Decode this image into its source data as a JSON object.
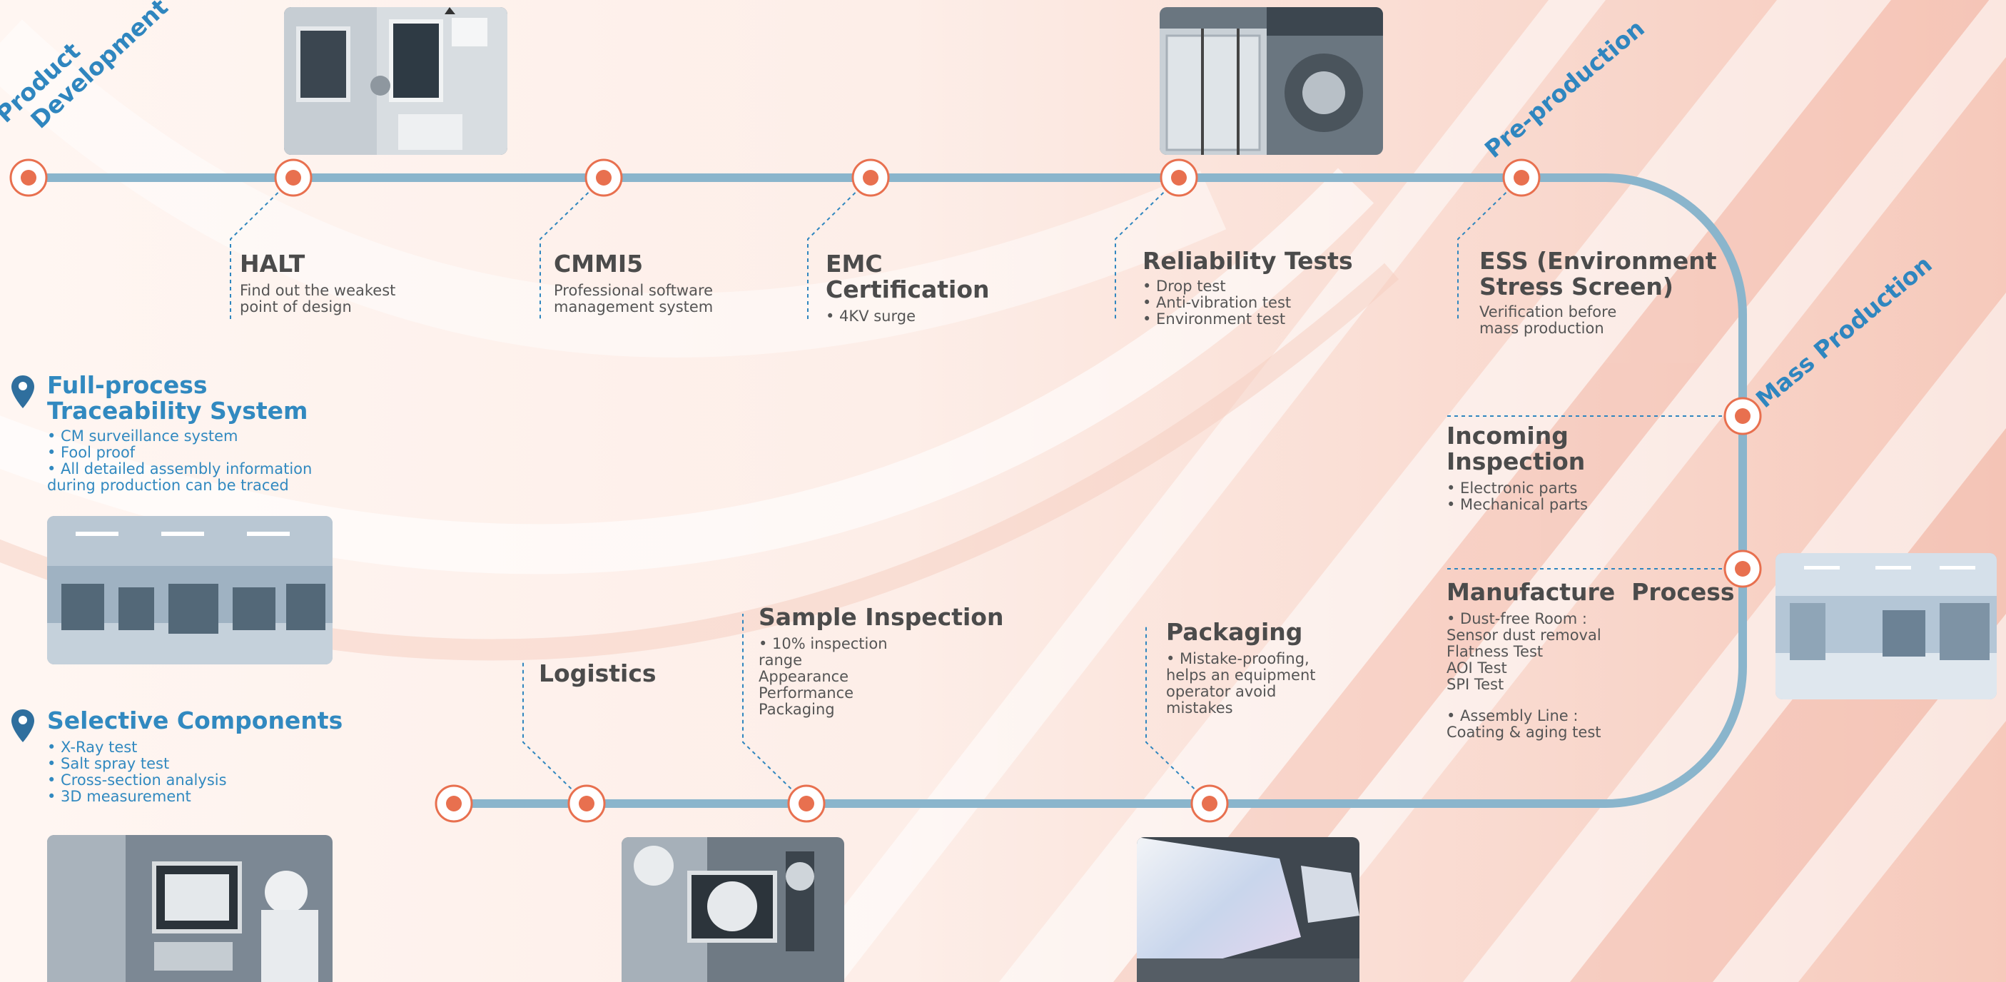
{
  "stages": {
    "product_development": [
      "Product",
      "Development"
    ],
    "pre_production": "Pre-production",
    "mass_production": "Mass Production"
  },
  "top_steps": [
    {
      "title": "HALT",
      "body": [
        "Find out the weakest",
        "point of design"
      ]
    },
    {
      "title": "CMMI5",
      "body": [
        "Professional software",
        "management system"
      ]
    },
    {
      "title": "EMC",
      "title2": "Certification",
      "body": [
        "• 4KV surge"
      ]
    },
    {
      "title": "Reliability Tests",
      "body": [
        "• Drop test",
        "• Anti-vibration test",
        "• Environment test"
      ]
    },
    {
      "title": "ESS (Environment",
      "title2": "Stress Screen)",
      "body": [
        "Verification before",
        "mass production"
      ]
    }
  ],
  "right_steps": [
    {
      "title": "Incoming",
      "title2": "Inspection",
      "body": [
        "• Electronic parts",
        "• Mechanical parts"
      ]
    },
    {
      "title": "Manufacture  Process",
      "body": [
        "• Dust-free Room :",
        "Sensor dust removal",
        "Flatness Test",
        "AOI Test",
        "SPI Test"
      ],
      "body2": [
        "• Assembly Line :",
        "Coating & aging test"
      ]
    }
  ],
  "bottom_steps": [
    {
      "title": "Logistics"
    },
    {
      "title": "Sample Inspection",
      "body": [
        "• 10% inspection",
        "range",
        "Appearance",
        "Performance",
        "Packaging"
      ]
    },
    {
      "title": "Packaging",
      "body": [
        "• Mistake-proofing,",
        "helps an equipment",
        "operator avoid",
        "mistakes"
      ]
    }
  ],
  "side_features": [
    {
      "title": "Full-process",
      "title2": "Traceability System",
      "items": [
        "• CM surveillance system",
        "• Fool proof",
        "• All detailed assembly information",
        "during production can be traced"
      ],
      "icon": "location-pin-icon"
    },
    {
      "title": "Selective Components",
      "items": [
        "• X-Ray test",
        "• Salt spray test",
        "• Cross-section analysis",
        "• 3D measurement"
      ],
      "icon": "location-pin-icon"
    }
  ],
  "photos": [
    "test-chamber-photo",
    "reliability-test-photo",
    "factory-floor-photo",
    "clean-room-photo",
    "xray-station-photo",
    "microscope-inspection-photo",
    "led-panel-photo"
  ],
  "colors": {
    "track": "#8ab5cc",
    "node_ring": "#e8704f",
    "accent_blue": "#2f86bf",
    "background": "#fbe7e1"
  }
}
